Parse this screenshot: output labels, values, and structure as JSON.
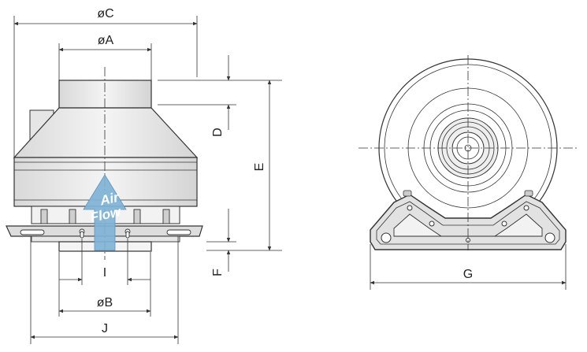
{
  "labels": {
    "dim_c": "øC",
    "dim_a": "øA",
    "dim_d": "D",
    "dim_e": "E",
    "dim_f": "F",
    "dim_i": "I",
    "dim_b": "øB",
    "dim_j": "J",
    "dim_g": "G"
  },
  "airflow": {
    "line1": "Air",
    "line2": "Flow",
    "arrow_color": "#7fb2d6"
  },
  "colors": {
    "stroke": "#333333",
    "housing_fill": "#eeeeee",
    "base_fill": "#dddddd"
  }
}
